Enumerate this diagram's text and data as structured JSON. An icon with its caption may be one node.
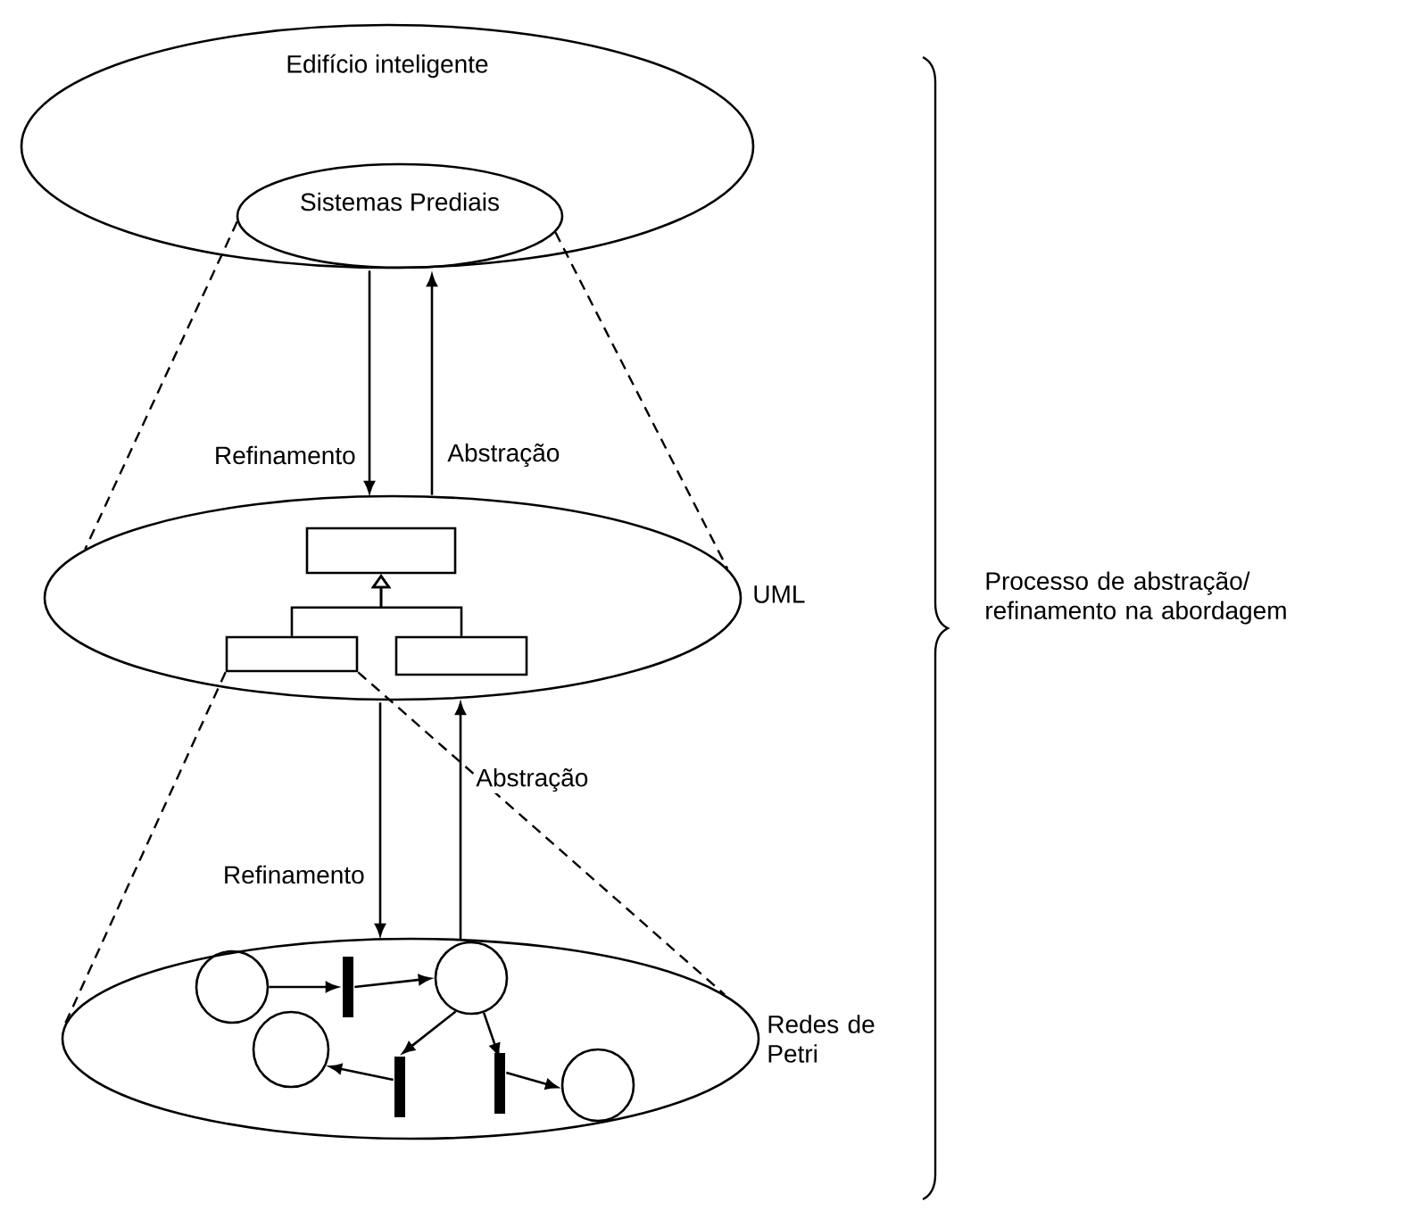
{
  "diagram": {
    "nodes": [
      {
        "text": [
          "Edifício inteligente"
        ]
      },
      {
        "text": [
          "Sistemas Prediais"
        ],
        "in": 0
      },
      {
        "text": [
          "UML"
        ]
      },
      {
        "text": [],
        "shape": "box",
        "in": 2
      },
      {
        "text": [],
        "shape": "box",
        "in": 2
      },
      {
        "text": [],
        "shape": "box",
        "in": 2
      },
      {
        "text": [
          "Redes de Petri"
        ]
      },
      {
        "text": [],
        "shape": "circle",
        "in": 6
      },
      {
        "text": [],
        "shape": "bar",
        "in": 6
      },
      {
        "text": [],
        "shape": "circle",
        "in": 6
      },
      {
        "text": [],
        "shape": "circle",
        "in": 6
      },
      {
        "text": [],
        "shape": "bar",
        "in": 6
      },
      {
        "text": [],
        "shape": "bar",
        "in": 6
      },
      {
        "text": [],
        "shape": "circle",
        "in": 6
      }
    ],
    "edges": [
      {
        "from": 1,
        "to": 2,
        "arrow": "to",
        "label": "Refinamento"
      },
      {
        "from": 2,
        "to": 1,
        "arrow": "to",
        "label": "Abstração"
      },
      {
        "from": 2,
        "to": 6,
        "arrow": "to",
        "label": "Refinamento"
      },
      {
        "from": 6,
        "to": 2,
        "arrow": "to",
        "label": "Abstração"
      },
      {
        "from": 1,
        "to": 2,
        "arrow": "none",
        "style": "dashed"
      },
      {
        "from": 1,
        "to": 2,
        "arrow": "none",
        "style": "dashed"
      },
      {
        "from": 4,
        "to": 6,
        "arrow": "none",
        "style": "dashed"
      },
      {
        "from": 4,
        "to": 6,
        "arrow": "none",
        "style": "dashed"
      },
      {
        "from": 4,
        "to": 3,
        "arrow": "to"
      },
      {
        "from": 5,
        "to": 3,
        "arrow": "to"
      },
      {
        "from": 7,
        "to": 8,
        "arrow": "to"
      },
      {
        "from": 8,
        "to": 9,
        "arrow": "to"
      },
      {
        "from": 9,
        "to": 11,
        "arrow": "to"
      },
      {
        "from": 9,
        "to": 12,
        "arrow": "to"
      },
      {
        "from": 11,
        "to": 10,
        "arrow": "to"
      },
      {
        "from": 12,
        "to": 13,
        "arrow": "to"
      }
    ],
    "labels": [
      "Processo de abstração/ refinamento na abordagem"
    ]
  }
}
